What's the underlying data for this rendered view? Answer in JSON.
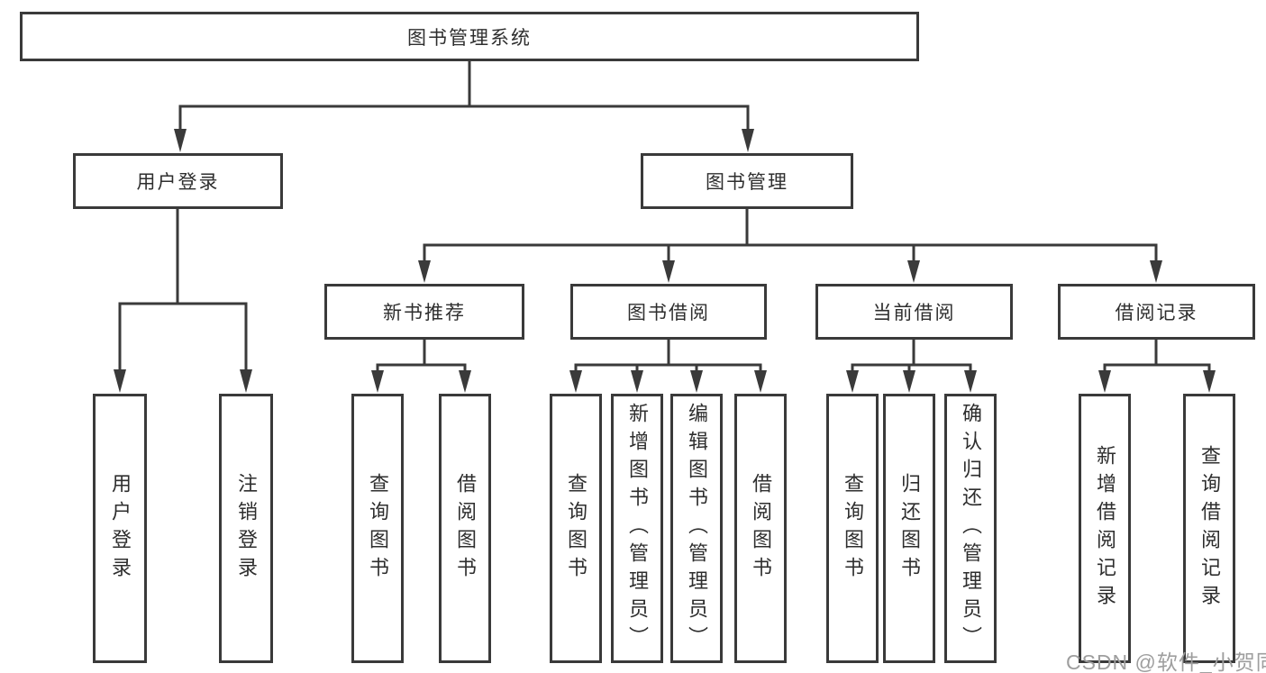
{
  "diagram": {
    "root": {
      "label": "图书管理系统"
    },
    "level2": [
      {
        "id": "user-login",
        "label": "用户登录"
      },
      {
        "id": "book-management",
        "label": "图书管理"
      }
    ],
    "level3": [
      {
        "id": "new-book-recommend",
        "label": "新书推荐"
      },
      {
        "id": "book-borrowing",
        "label": "图书借阅"
      },
      {
        "id": "current-borrowing",
        "label": "当前借阅"
      },
      {
        "id": "borrowing-records",
        "label": "借阅记录"
      }
    ],
    "leaves": [
      {
        "id": "user-login-leaf",
        "label": "用户登录"
      },
      {
        "id": "logout-leaf",
        "label": "注销登录"
      },
      {
        "id": "query-books-recommend",
        "label": "查询图书"
      },
      {
        "id": "borrow-books-recommend",
        "label": "借阅图书"
      },
      {
        "id": "query-books-borrowing",
        "label": "查询图书"
      },
      {
        "id": "add-book-admin",
        "label": "新增图书（管理员）"
      },
      {
        "id": "edit-book-admin",
        "label": "编辑图书（管理员）"
      },
      {
        "id": "borrow-books-borrowing",
        "label": "借阅图书"
      },
      {
        "id": "query-books-current",
        "label": "查询图书"
      },
      {
        "id": "return-books",
        "label": "归还图书"
      },
      {
        "id": "confirm-return-admin",
        "label": "确认归还（管理员）"
      },
      {
        "id": "add-borrow-record",
        "label": "新增借阅记录"
      },
      {
        "id": "query-borrow-record",
        "label": "查询借阅记录"
      }
    ]
  },
  "watermark": {
    "text": "CSDN @软件_小贺同学"
  },
  "colors": {
    "line": "#3a3a3a",
    "text": "#2e2e2e",
    "box_background": "#ffffff",
    "watermark": "#9e9e9e",
    "background": "#ffffff"
  }
}
